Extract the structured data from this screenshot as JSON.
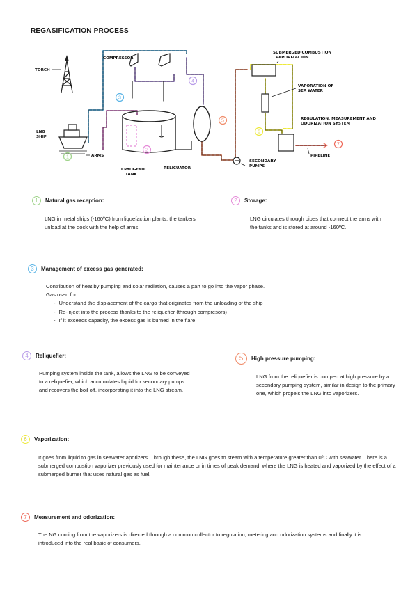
{
  "title": "REGASIFICATION PROCESS",
  "diagram": {
    "labels": {
      "torch": "TORCH",
      "compressor": "COMPRESSOR",
      "submerged_line1": "SUBMERGED COMBUSTION",
      "submerged_line2": "VAPORIZACIÓN",
      "vapor_line1": "VAPORATION OF",
      "vapor_line2": "SEA WATER",
      "regulation_line1": "REGULATION, MEASUREMENT AND",
      "regulation_line2": "ODORIZATION SYSTEM",
      "lng_ship_line1": "LNG",
      "lng_ship_line2": "SHIP",
      "arms": "ARMS",
      "cryogenic_line1": "CRYOGENIC",
      "cryogenic_line2": "TANK",
      "relicuator": "RELICUATOR",
      "secondary_line1": "SECONDARY",
      "secondary_line2": "PUMPS",
      "pipeline": "PIPELINE"
    },
    "badges": [
      "1",
      "2",
      "3",
      "4",
      "5",
      "6",
      "7"
    ]
  },
  "colors": {
    "c1": "#9fd38a",
    "c2": "#e58ad8",
    "c3": "#5ab4e6",
    "c4": "#b79ae8",
    "c5": "#f08c6a",
    "c6": "#eeea3c",
    "c7": "#ee6a5a"
  },
  "sections": {
    "s1": {
      "num": "1",
      "title": "Natural gas reception:",
      "text": "LNG in metal ships (-160ºC) from liquefaction plants, the tankers unload at the dock with the help of arms."
    },
    "s2": {
      "num": "2",
      "title": "Storage:",
      "text": "LNG circulates through pipes that connect the arms with the tanks and is stored at around -160ºC."
    },
    "s3": {
      "num": "3",
      "title": "Management of excess gas generated:",
      "text1": "Contribution of heat by pumping and solar radiation, causes a part to go into the vapor phase.",
      "text2": "Gas used for:",
      "items": [
        "Understand the displacement of the cargo that originates from the unloading of the ship",
        "Re-inject into the process thanks to the reliquefier (through compresors)",
        "If it exceeds capacity, the excess gas is burned in the flare"
      ]
    },
    "s4": {
      "num": "4",
      "title": "Reliquefier:",
      "text": "Pumping system inside the tank, allows the LNG to be conveyed to a reliquefier, which accumulates liquid for secondary pumps and recovers the boil off, incorporating it into the LNG stream."
    },
    "s5": {
      "num": "5",
      "title": "High pressure pumping:",
      "text": "LNG from the reliquefier is pumped at high pressure by a secondary pumping system, similar in design to the primary one, which propels the LNG into vaporizers."
    },
    "s6": {
      "num": "6",
      "title": "Vaporization:",
      "text": "It goes from liquid to gas in seawater aporizers. Through these, the LNG goes to steam with a temperature greater than 0ºC with seawater. There is a submerged combustion vaporizer previously used for maintenance or in times of peak demand, where the LNG is heated and vaporized by the effect of a submerged burner that uses natural gas as fuel."
    },
    "s7": {
      "num": "7",
      "title": "Measurement and odorization:",
      "text": "The NG coming from the vaporizers is directed through a common collector to regulation, metering and odorization systems and finally it is introduced into the real basic of consumers."
    }
  }
}
